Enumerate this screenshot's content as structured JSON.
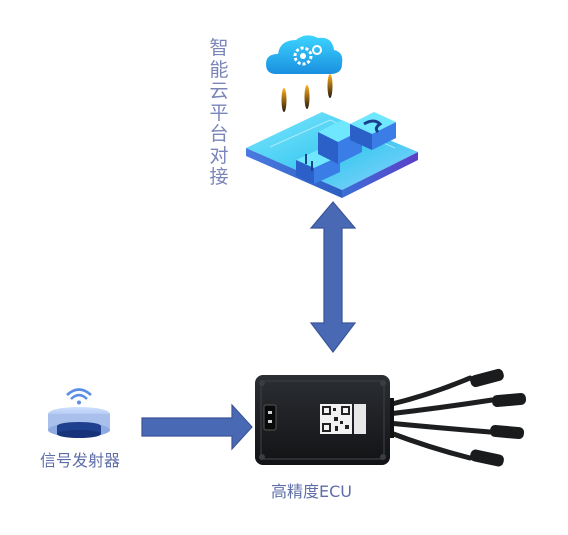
{
  "labels": {
    "cloud_platform": "智能云平台对接",
    "signal_emitter": "信号发射器",
    "ecu": "高精度ECU"
  },
  "colors": {
    "arrow": "#4a69b5",
    "arrow_stroke": "#3a5598",
    "label_text": "#5f6ea8",
    "platform_top": "#3ec9f0",
    "platform_side": "#2f67c9",
    "ecu_body": "#202225"
  },
  "icons": {
    "cloud": "cloud-gear-icon",
    "platform": "isometric-data-platform-icon",
    "signal": "wireless-signal-emitter-icon",
    "ecu": "ecu-device-image"
  }
}
